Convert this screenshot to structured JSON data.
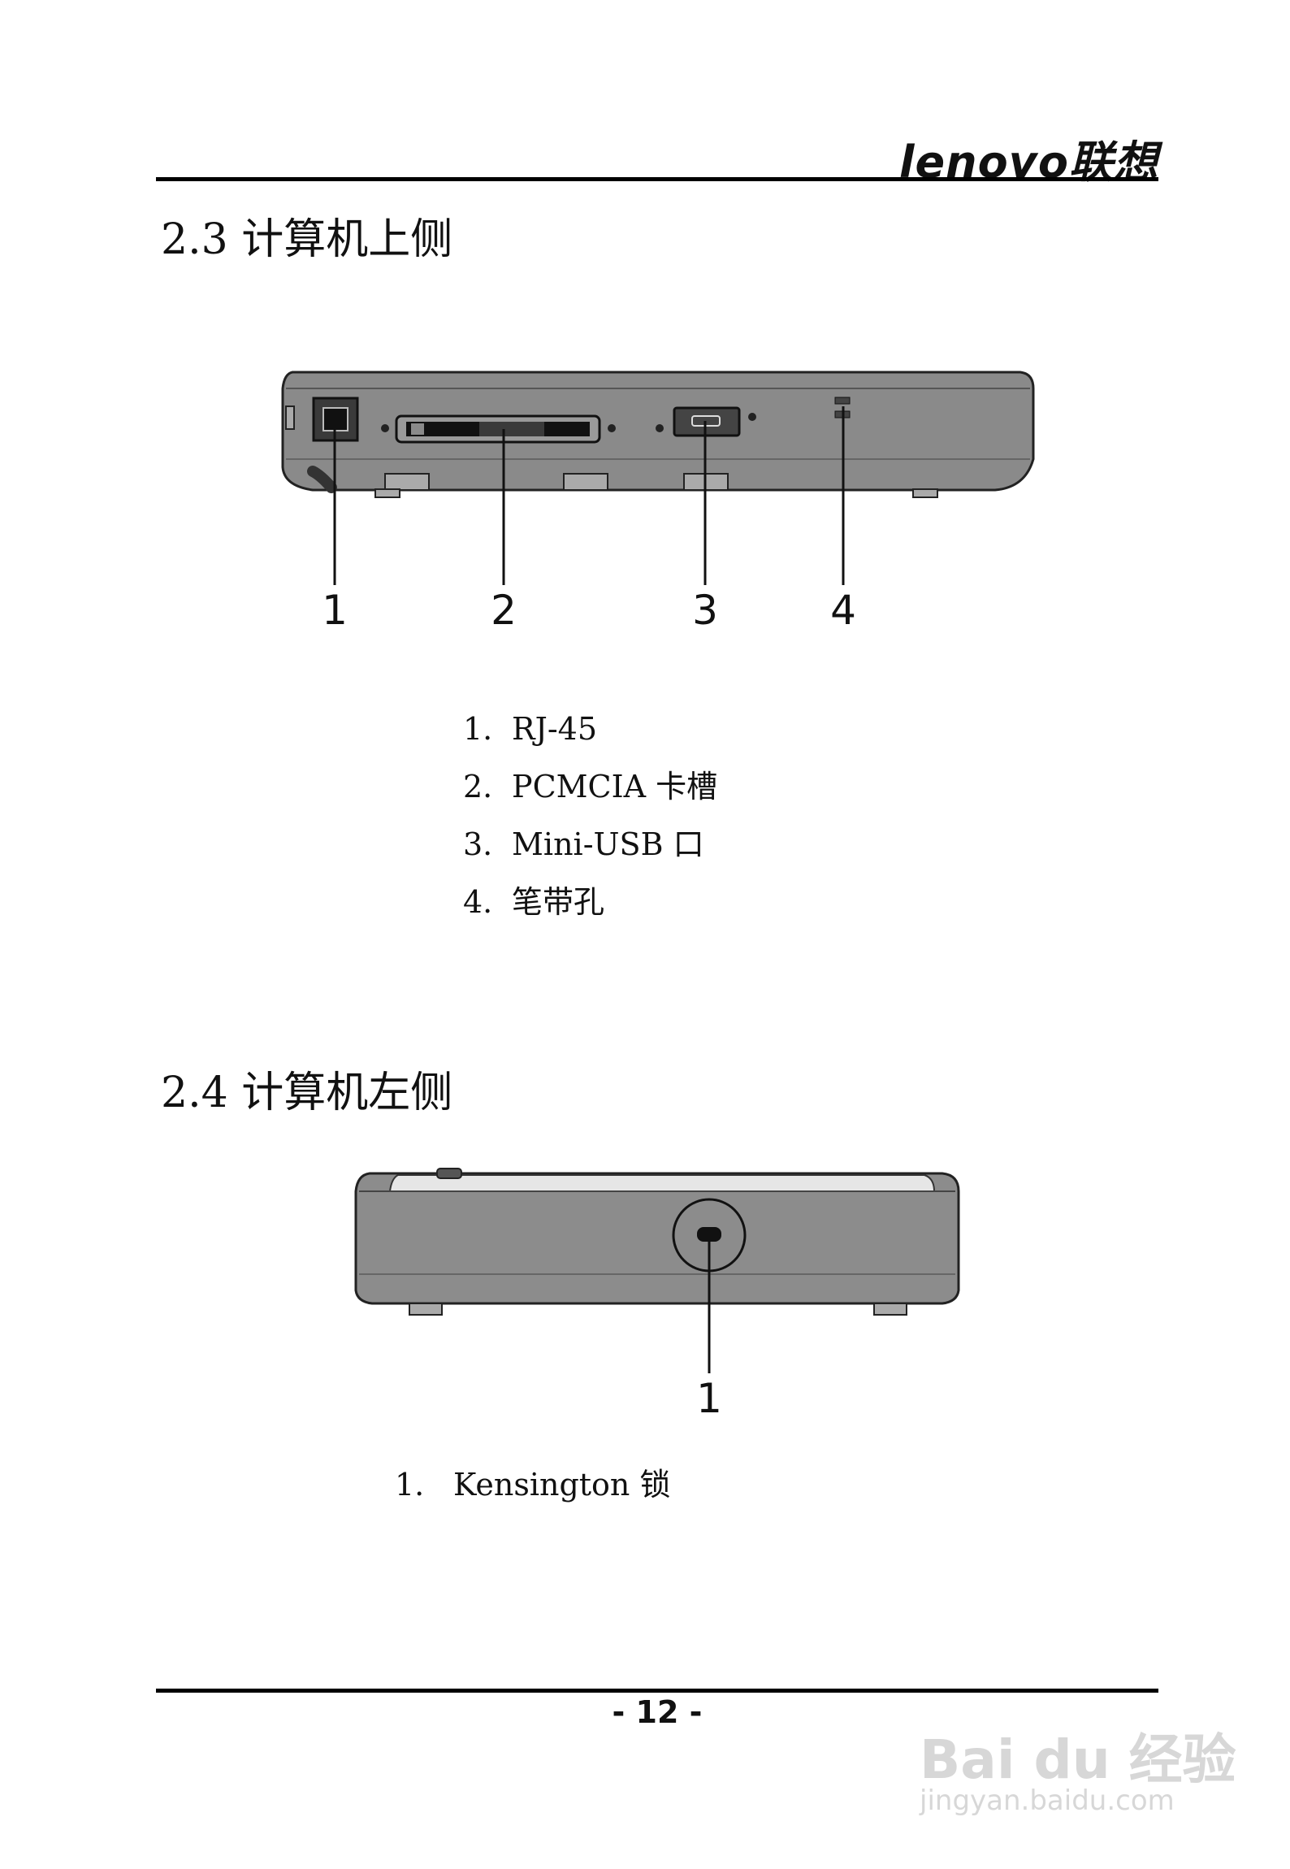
{
  "header": {
    "logo_text": "lenovo联想"
  },
  "section_top": {
    "heading": "2.3 计算机上侧",
    "callouts": [
      "1",
      "2",
      "3",
      "4"
    ],
    "items": [
      {
        "num": "1.",
        "label": "RJ-45"
      },
      {
        "num": "2.",
        "label": "PCMCIA 卡槽"
      },
      {
        "num": "3.",
        "label": "Mini-USB 口"
      },
      {
        "num": "4.",
        "label": "笔带孔"
      }
    ]
  },
  "section_left": {
    "heading": "2.4 计算机左侧",
    "callouts": [
      "1"
    ],
    "items": [
      {
        "num": "1.",
        "label": "Kensington 锁"
      }
    ]
  },
  "footer": {
    "page_number": "- 12 -"
  },
  "watermark": {
    "brand": "Bai du 经验",
    "url": "jingyan.baidu.com"
  }
}
